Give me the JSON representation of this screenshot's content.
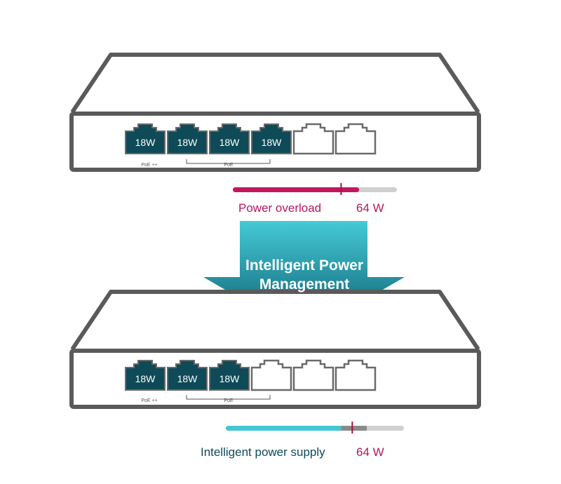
{
  "top_switch": {
    "ports": [
      {
        "label": "18W",
        "powered": true
      },
      {
        "label": "18W",
        "powered": true
      },
      {
        "label": "18W",
        "powered": true
      },
      {
        "label": "18W",
        "powered": true
      },
      {
        "label": "",
        "powered": false
      },
      {
        "label": "",
        "powered": false
      }
    ],
    "poe_plus_label": "PoE ++",
    "poe_label": "PoE"
  },
  "top_meter": {
    "label": "Power overload",
    "value": "64 W",
    "fill_fraction": 0.77,
    "limit_fraction": 0.66
  },
  "arrow": {
    "line1": "Intelligent Power",
    "line2": "Management"
  },
  "bottom_switch": {
    "ports": [
      {
        "label": "18W",
        "powered": true
      },
      {
        "label": "18W",
        "powered": true
      },
      {
        "label": "18W",
        "powered": true
      },
      {
        "label": "",
        "powered": false
      },
      {
        "label": "",
        "powered": false
      },
      {
        "label": "",
        "powered": false
      }
    ],
    "poe_plus_label": "PoE ++",
    "poe_label": "PoE"
  },
  "bottom_meter": {
    "label": "Intelligent power supply",
    "value": "64 W",
    "fill_fraction": 0.65,
    "limit_fraction": 0.71
  },
  "colors": {
    "pink": "#c2185b",
    "teal": "#43c6d3",
    "port_dark": "#0e4a57",
    "outline": "#5a5a5a",
    "track": "#d0d0d0"
  }
}
